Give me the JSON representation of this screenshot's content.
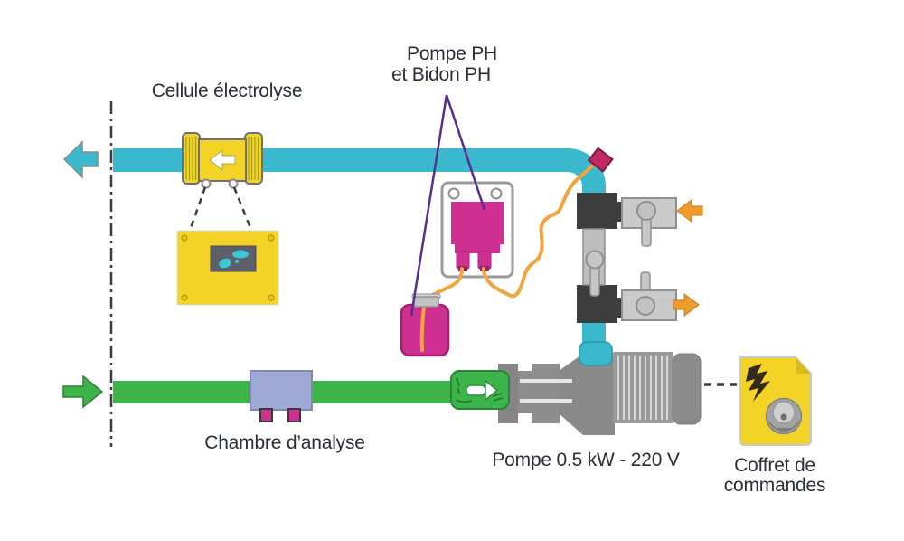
{
  "diagram": {
    "labels": {
      "cellule": "Cellule électrolyse",
      "pompe_ph_line1": "Pompe PH",
      "pompe_ph_line2": "et Bidon PH",
      "chambre": "Chambre d’analyse",
      "pompe_kw": "Pompe 0.5 kW - 220 V",
      "coffret_line1": "Coffret de",
      "coffret_line2": "commandes"
    },
    "colors": {
      "pipe_cyan": "#3ab9cd",
      "pipe_green": "#3cb44a",
      "magenta": "#ce2f90",
      "yellow": "#f4d327",
      "orange_tube": "#f2a43e",
      "orange_arrow": "#ee9b2e",
      "purple_pointer": "#5a2c8c",
      "chamber_blue": "#9fa9d6",
      "valve_light": "#c6c6c6",
      "tee_dark": "#3d3d3d",
      "pump_gray": "#8e8e8e",
      "text": "#2b2e38"
    },
    "icons": {
      "outlet_flow_arrow": "arrow-left",
      "inlet_flow_arrow": "arrow-right",
      "cell_flow_arrow": "arrow-left",
      "valve_in_arrow": "arrow-left",
      "valve_out_arrow": "arrow-right",
      "power_icon": "lightning-bolt",
      "knob_icon": "control-knob"
    }
  }
}
